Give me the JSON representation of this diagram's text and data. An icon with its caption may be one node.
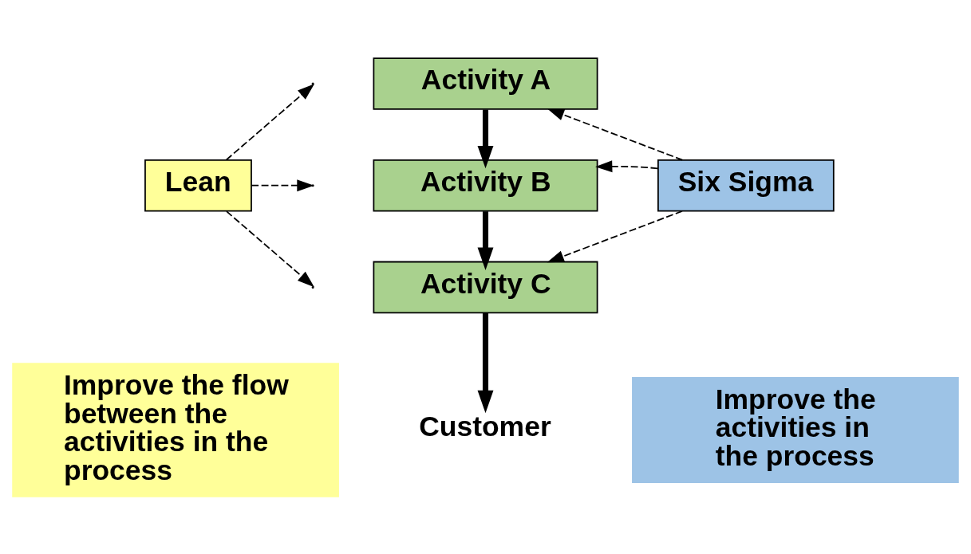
{
  "diagram": {
    "nodes": [
      {
        "text": [
          "Activity A"
        ]
      },
      {
        "text": [
          "Activity B"
        ]
      },
      {
        "text": [
          "Activity C"
        ]
      },
      {
        "text": [
          "Customer"
        ]
      },
      {
        "text": [
          "Lean"
        ]
      },
      {
        "text": [
          "Six Sigma"
        ]
      },
      {
        "text": [
          "Improve the flow between the activities in the process"
        ]
      },
      {
        "text": [
          "Improve the activities in the process"
        ]
      }
    ],
    "edges": [
      {
        "from": 0,
        "to": 1,
        "arrow": "to",
        "style": "thick"
      },
      {
        "from": 1,
        "to": 2,
        "arrow": "to",
        "style": "thick"
      },
      {
        "from": 2,
        "to": 3,
        "arrow": "to",
        "style": "thick"
      },
      {
        "from": 4,
        "to": null,
        "arrow": "to",
        "style": "dashed"
      },
      {
        "from": 4,
        "to": null,
        "arrow": "to",
        "style": "dashed"
      },
      {
        "from": 4,
        "to": null,
        "arrow": "to",
        "style": "dashed"
      },
      {
        "from": 5,
        "to": 0,
        "arrow": "to",
        "style": "dashed"
      },
      {
        "from": 5,
        "to": 1,
        "arrow": "to",
        "style": "dashed"
      },
      {
        "from": 5,
        "to": 2,
        "arrow": "to",
        "style": "dashed"
      }
    ]
  }
}
